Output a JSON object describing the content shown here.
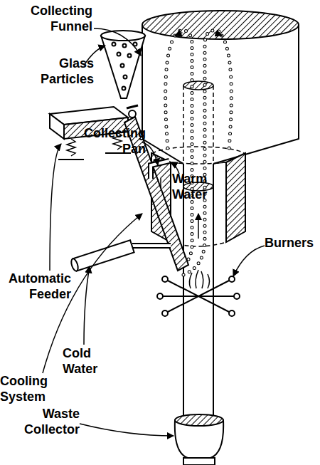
{
  "diagram": {
    "labels": [
      "Collecting Funnel",
      "Glass Particles",
      "Collecting Pan",
      "Warm Water",
      "Burners",
      "Automatic Feeder",
      "Cold Water",
      "Cooling System",
      "Waste Collector"
    ]
  }
}
